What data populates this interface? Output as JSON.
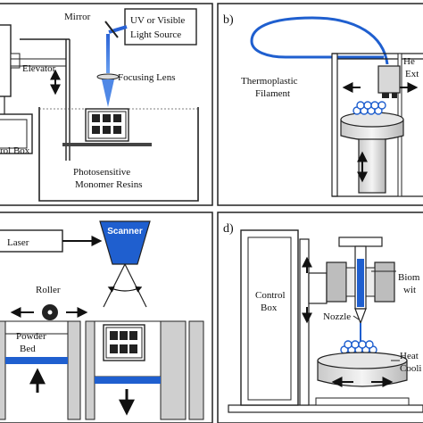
{
  "panels": {
    "a": {
      "labels": {
        "mirror": "Mirror",
        "light_source_1": "UV or Visible",
        "light_source_2": "Light Source",
        "elevator": "Elevator",
        "focusing_lens": "Focusing Lens",
        "control_box": "rol Box",
        "resin_1": "Photosensitive",
        "resin_2": "Monomer Resins"
      }
    },
    "b": {
      "letter": "b)",
      "labels": {
        "filament_1": "Thermoplastic",
        "filament_2": "Filament",
        "extruder_1": "He",
        "extruder_2": "Ext"
      }
    },
    "c": {
      "labels": {
        "laser": "Laser",
        "scanner": "Scanner",
        "roller": "Roller",
        "powder_bed_1": "Powder",
        "powder_bed_2": "Bed"
      }
    },
    "d": {
      "letter": "d)",
      "labels": {
        "control_box_1": "Control",
        "control_box_2": "Box",
        "bio_1": "Biom",
        "bio_2": "wit",
        "nozzle": "Nozzle",
        "heat_1": "Heat",
        "heat_2": "Cooli"
      }
    }
  },
  "colors": {
    "blue": "#1f5fcf",
    "light_blue": "#3a7bdc",
    "gray": "#b5b5b5",
    "dark_gray": "#8c8c8c",
    "light_gray": "#e2e2e2"
  }
}
